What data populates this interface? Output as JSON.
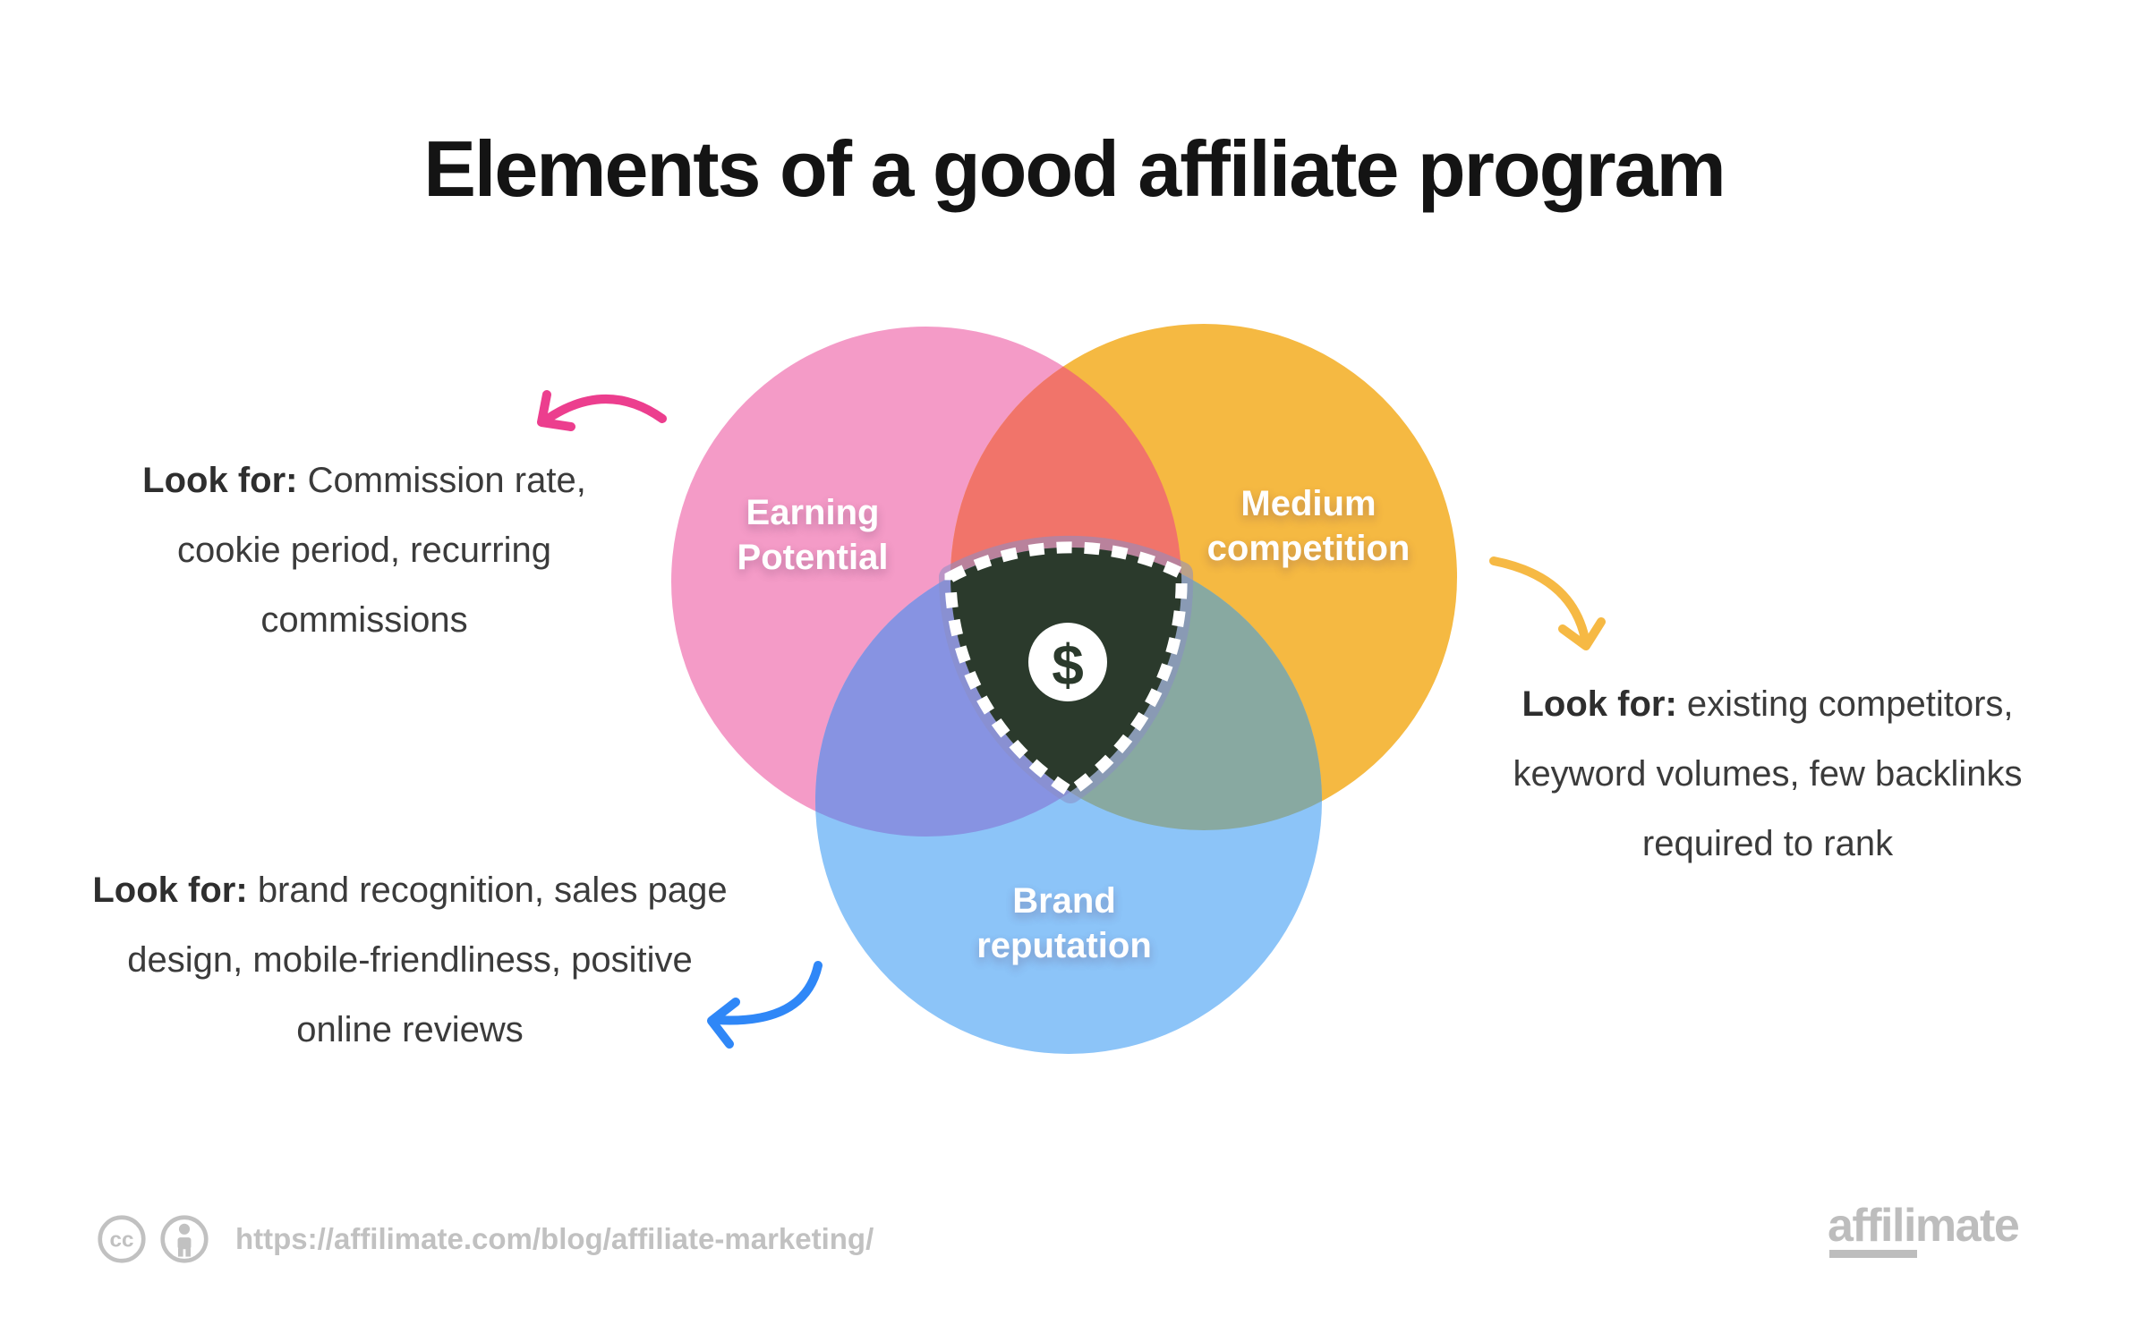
{
  "title": "Elements of a good affiliate program",
  "venn": {
    "circles": [
      {
        "label": "Earning\nPotential",
        "color": "#F49BC7"
      },
      {
        "label": "Medium\ncompetition",
        "color": "#F5B942"
      },
      {
        "label": "Brand\nreputation",
        "color": "#8CC4F8"
      }
    ],
    "overlaps": {
      "earning_competition": "#F1746A",
      "earning_brand": "#8793E2",
      "competition_brand": "#88A9A1",
      "center_fill": "#2B3A2C"
    },
    "center_icon": {
      "name": "dollar-icon",
      "symbol": "$"
    }
  },
  "annotations": [
    {
      "bold": "Look for:",
      "text": "Commission rate,\ncookie period, recurring\ncommissions",
      "arrow_color": "#EC3E8E"
    },
    {
      "bold": "Look for:",
      "text": "existing competitors,\nkeyword volumes, few backlinks\nrequired to rank",
      "arrow_color": "#F6B944"
    },
    {
      "bold": "Look for:",
      "text": "brand recognition, sales page\ndesign, mobile-friendliness, positive\nonline reviews",
      "arrow_color": "#2F87F7"
    }
  ],
  "footer": {
    "license": "cc",
    "url": "https://affilimate.com/blog/affiliate-marketing/",
    "logo": "affilimate"
  }
}
